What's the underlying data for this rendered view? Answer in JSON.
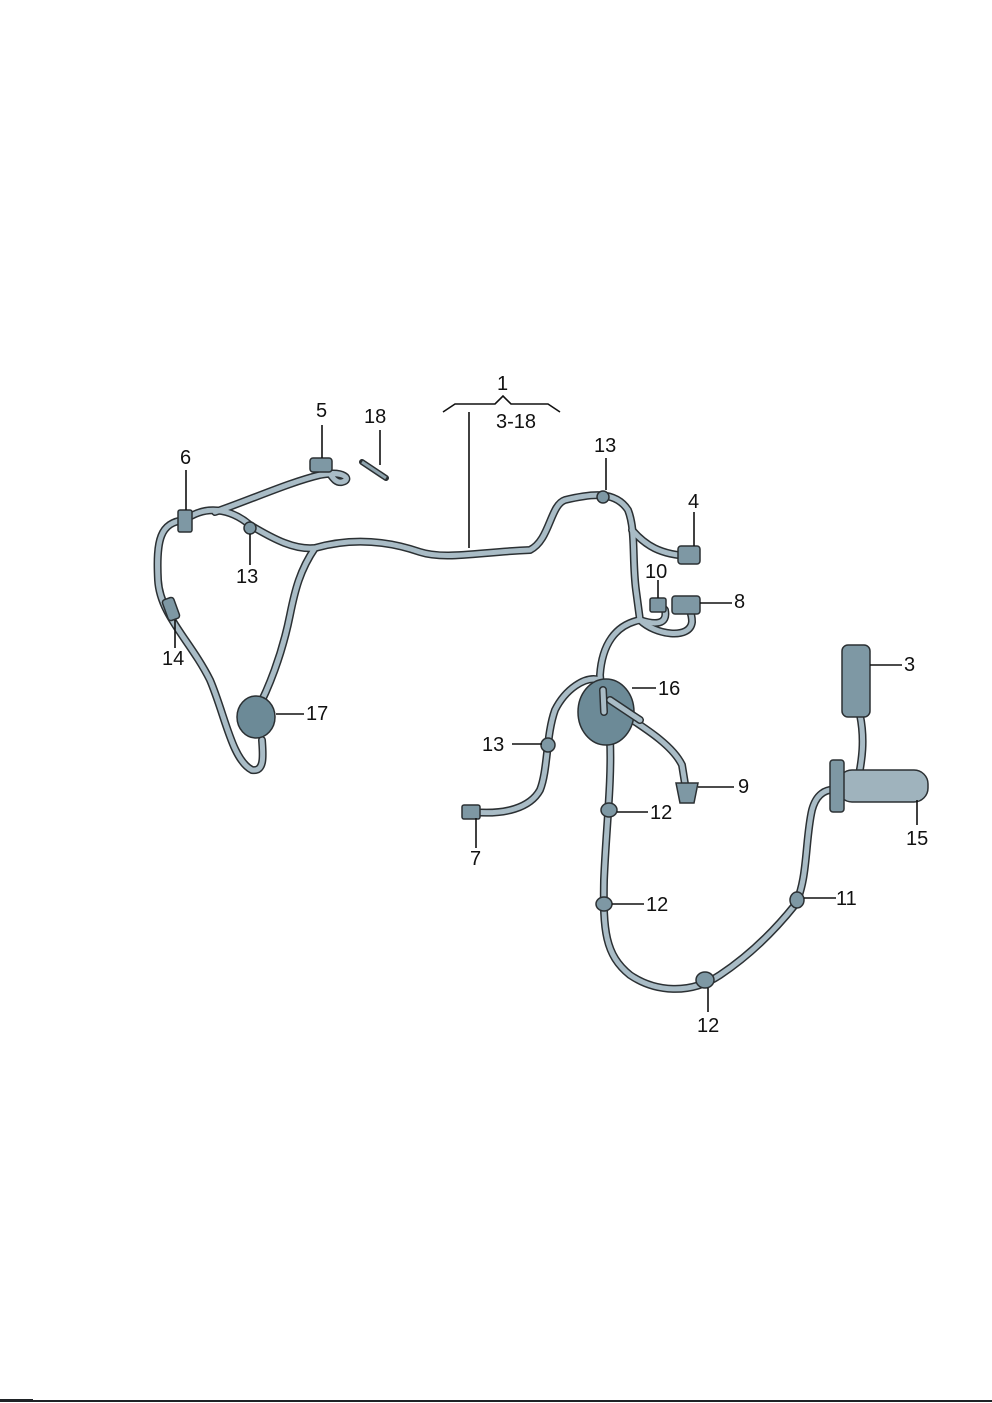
{
  "diagram": {
    "labels": {
      "l1": "1",
      "l3_18": "3-18",
      "l3": "3",
      "l4": "4",
      "l5": "5",
      "l6": "6",
      "l7": "7",
      "l8": "8",
      "l9": "9",
      "l10": "10",
      "l11": "11",
      "l12a": "12",
      "l12b": "12",
      "l12c": "12",
      "l13a": "13",
      "l13b": "13",
      "l13c": "13",
      "l14": "14",
      "l15": "15",
      "l16": "16",
      "l17": "17",
      "l18": "18"
    },
    "colors": {
      "wire": "#a9bcc6",
      "outline": "#2b3033",
      "grommet": "#6c8a97"
    }
  }
}
